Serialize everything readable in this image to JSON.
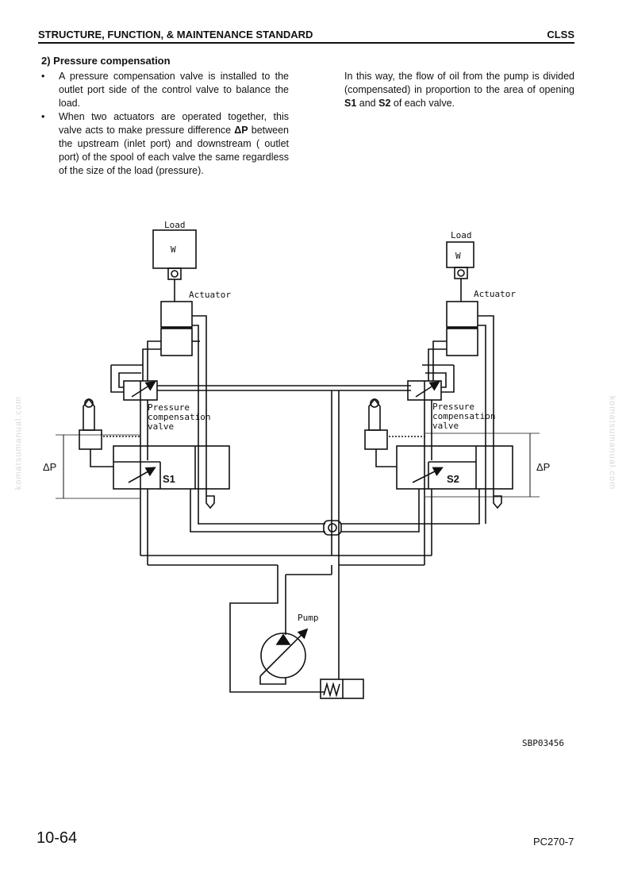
{
  "header": {
    "left": "STRUCTURE, FUNCTION, & MAINTENANCE STANDARD",
    "right": "CLSS"
  },
  "section": {
    "title": "2)  Pressure compensation"
  },
  "bullets": [
    {
      "symbol": "•",
      "text": "A pressure compensation valve is installed to the outlet port side of the control valve to balance the load."
    },
    {
      "symbol": "•",
      "text_before": "When two actuators are operated together, this valve acts to make pressure difference ",
      "delta_p": "ΔP",
      "text_after": " between the upstream (inlet port) and downstream ( outlet port) of the spool of each valve the same regardless of the size of the load (pressure)."
    }
  ],
  "right_column": {
    "t1": "In this way, the flow of oil from the pump is divided (compensated) in proportion to the area of opening ",
    "s1": "S1",
    "t2": " and ",
    "s2": "S2",
    "t3": " of each valve."
  },
  "diagram": {
    "load_left": "Load",
    "load_right": "Load",
    "weight_left": "W",
    "weight_right": "W",
    "actuator_left": "Actuator",
    "actuator_right": "Actuator",
    "pcv_left": [
      "Pressure",
      "compensation",
      "valve"
    ],
    "pcv_right": [
      "Pressure",
      "compensation",
      "valve"
    ],
    "delta_p_left": "ΔP",
    "delta_p_right": "ΔP",
    "s1": "S1",
    "s2": "S2",
    "pump": "Pump",
    "figure_code": "SBP03456"
  },
  "footer": {
    "page": "10-64",
    "model": "PC270-7"
  },
  "watermark": "komatsumanual.com"
}
